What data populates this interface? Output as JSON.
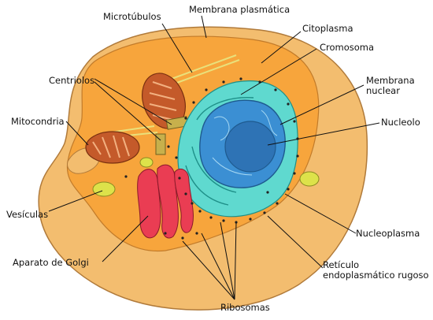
{
  "diagram": {
    "labels": {
      "microtubulos": "Microtúbulos",
      "membrana_plasmatica": "Membrana plasmática",
      "citoplasma": "Citoplasma",
      "cromosoma": "Cromosoma",
      "membrana_nuclear": [
        "Membrana",
        "nuclear"
      ],
      "centriolos": "Centriolos",
      "mitocondria": "Mitocondria",
      "nucleolo": "Nucleolo",
      "vesiculas": "Vesículas",
      "nucleoplasma": "Nucleoplasma",
      "aparato_golgi": "Aparato de Golgi",
      "reticulo": [
        "Retículo",
        "endoplasmático rugoso"
      ],
      "ribosomas": "Ribosomas"
    },
    "colors": {
      "cell_outer": "#f3bd6f",
      "cytoplasm": "#f7a53c",
      "er": "#5fd9cf",
      "nucleus": "#3b8fd3",
      "nucleolus": "#2e73b5",
      "golgi": "#ea3d53",
      "mitochondria": "#c45a2a",
      "vesicle": "#dde24a"
    }
  }
}
